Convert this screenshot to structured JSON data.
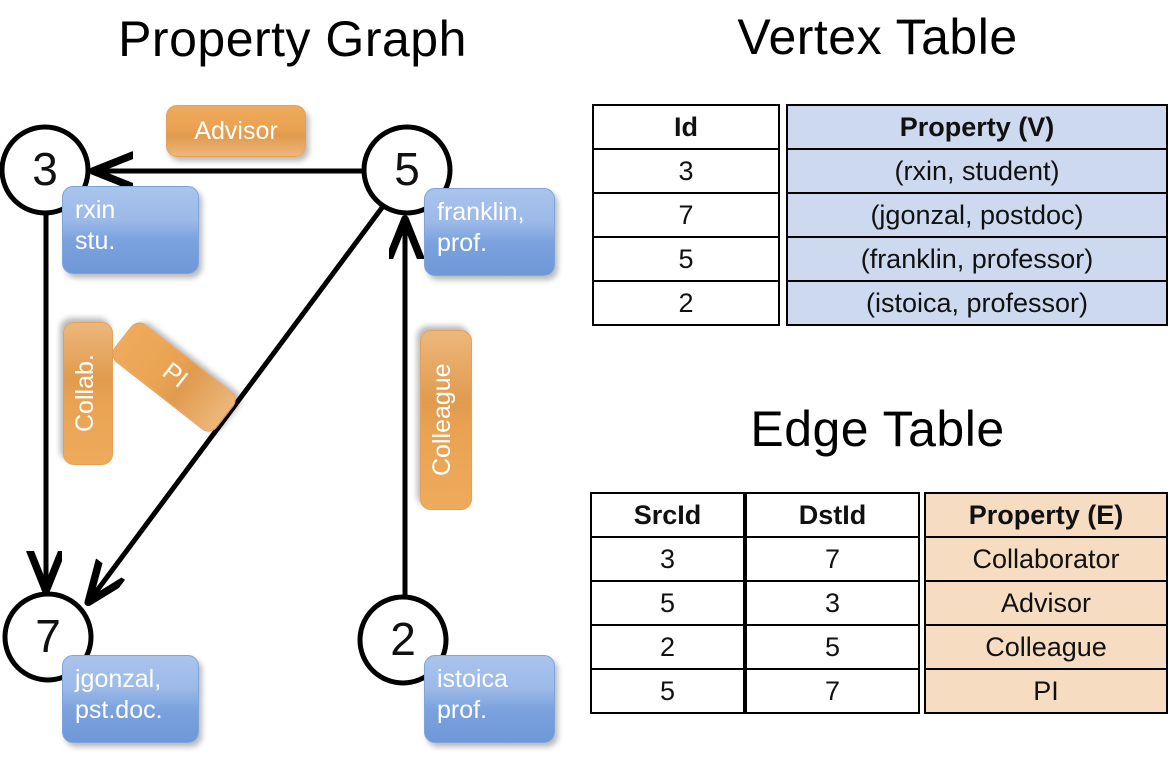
{
  "titles": {
    "property_graph": "Property Graph",
    "vertex_table": "Vertex Table",
    "edge_table": "Edge Table"
  },
  "graph": {
    "nodes": [
      {
        "id": "3",
        "label_lines": [
          "rxin",
          "stu."
        ]
      },
      {
        "id": "5",
        "label_lines": [
          "franklin,",
          "prof."
        ]
      },
      {
        "id": "7",
        "label_lines": [
          "jgonzal,",
          "pst.doc."
        ]
      },
      {
        "id": "2",
        "label_lines": [
          "istoica",
          "prof."
        ]
      }
    ],
    "edge_labels": [
      {
        "name": "advisor",
        "text": "Advisor"
      },
      {
        "name": "collab",
        "text": "Collab."
      },
      {
        "name": "pi",
        "text": "PI"
      },
      {
        "name": "colleague",
        "text": "Colleague"
      }
    ]
  },
  "vertex_table": {
    "headers": [
      "Id",
      "Property (V)"
    ],
    "rows": [
      {
        "id": "3",
        "property": "(rxin, student)"
      },
      {
        "id": "7",
        "property": "(jgonzal, postdoc)"
      },
      {
        "id": "5",
        "property": "(franklin, professor)"
      },
      {
        "id": "2",
        "property": "(istoica, professor)"
      }
    ]
  },
  "edge_table": {
    "headers": [
      "SrcId",
      "DstId",
      "Property (E)"
    ],
    "rows": [
      {
        "src": "3",
        "dst": "7",
        "property": "Collaborator"
      },
      {
        "src": "5",
        "dst": "3",
        "property": "Advisor"
      },
      {
        "src": "2",
        "dst": "5",
        "property": "Colleague"
      },
      {
        "src": "5",
        "dst": "7",
        "property": "PI"
      }
    ]
  },
  "colors": {
    "vertex_fill": "#ccd9ee",
    "edge_fill": "#f6ddc2",
    "node_box_blue": "#7ba2dd",
    "edge_box_orange": "#e9a252",
    "stroke": "#000000"
  }
}
